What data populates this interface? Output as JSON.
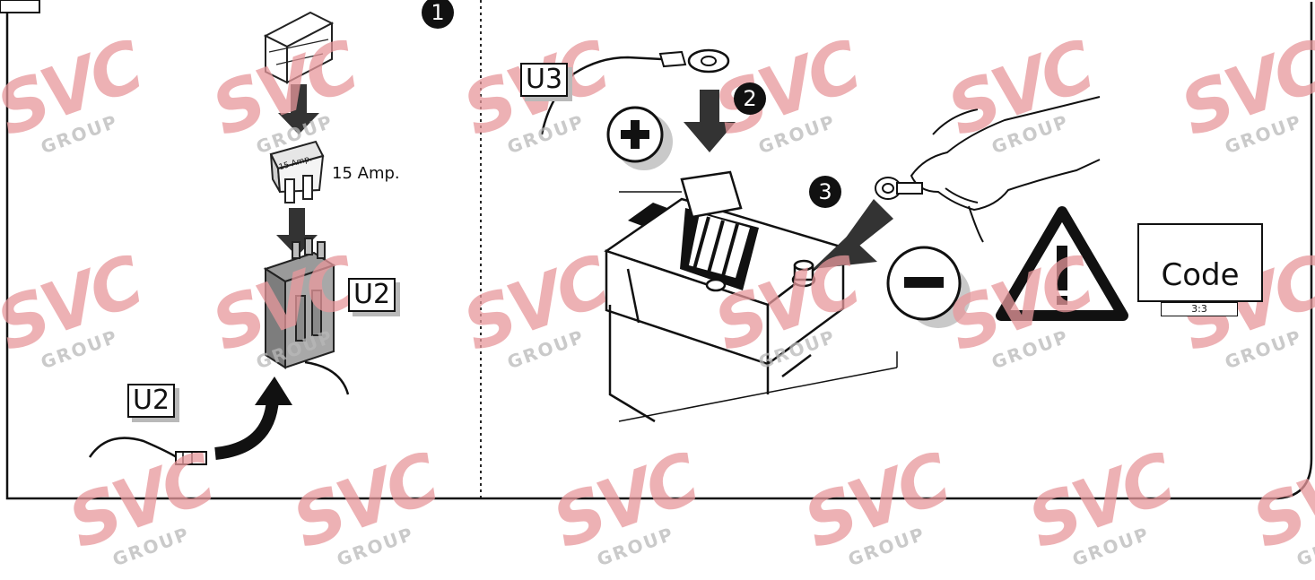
{
  "watermark": {
    "brand": "SVC",
    "sub": "GROUP",
    "color": "#e8989c"
  },
  "step_markers": [
    "1",
    "2",
    "3"
  ],
  "labels": {
    "fuse_rating": "15 Amp.",
    "fuse_face": "15 Amp.",
    "connector_u2_upper": "U2",
    "connector_u2_lower": "U2",
    "cable_u3": "U3",
    "code_text": "Code",
    "code_sub": "3:3"
  },
  "symbols": {
    "positive": "plus-symbol",
    "negative": "minus-symbol",
    "warning": "warning-triangle-icon"
  }
}
